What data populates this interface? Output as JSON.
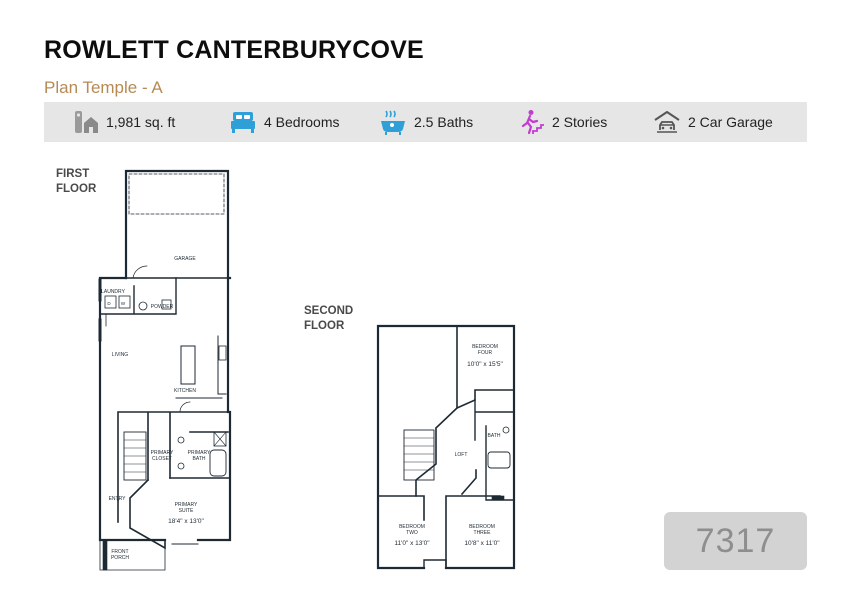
{
  "header": {
    "community": "ROWLETT CANTERBURYCOVE",
    "plan": "Plan Temple - A"
  },
  "specs": {
    "sqft": "1,981 sq. ft",
    "bedrooms": "4 Bedrooms",
    "baths": "2.5 Baths",
    "stories": "2 Stories",
    "garage": "2 Car Garage"
  },
  "colors": {
    "accent": "#b58a55",
    "bar": "#e6e6e6",
    "icon_blue": "#2f9fd8",
    "icon_purple": "#c13ccf",
    "wall": "#1e2a33"
  },
  "first_floor": {
    "label_line1": "FIRST",
    "label_line2": "FLOOR",
    "rooms": {
      "garage": "GARAGE",
      "laundry": "LAUNDRY",
      "dryer": "D",
      "washer": "W",
      "powder": "POWDER",
      "living": "LIVING",
      "kitchen": "KITCHEN",
      "closet_line1": "PRIMARY",
      "closet_line2": "CLOSET",
      "bath_line1": "PRIMARY",
      "bath_line2": "BATH",
      "entry": "ENTRY",
      "suite_line1": "PRIMARY",
      "suite_line2": "SUITE",
      "suite_dims": "18'4\" x 13'0\"",
      "porch_line1": "FRONT",
      "porch_line2": "PORCH"
    }
  },
  "second_floor": {
    "label_line1": "SECOND",
    "label_line2": "FLOOR",
    "rooms": {
      "bed4_line1": "BEDROOM",
      "bed4_line2": "FOUR",
      "bed4_dims": "10'0\" x 15'5\"",
      "bath": "BATH",
      "loft": "LOFT",
      "bed2_line1": "BEDROOM",
      "bed2_line2": "TWO",
      "bed2_dims": "11'0\" x 13'0\"",
      "bed3_line1": "BEDROOM",
      "bed3_line2": "THREE",
      "bed3_dims": "10'8\" x 11'0\""
    }
  },
  "badge": {
    "number": "7317"
  }
}
